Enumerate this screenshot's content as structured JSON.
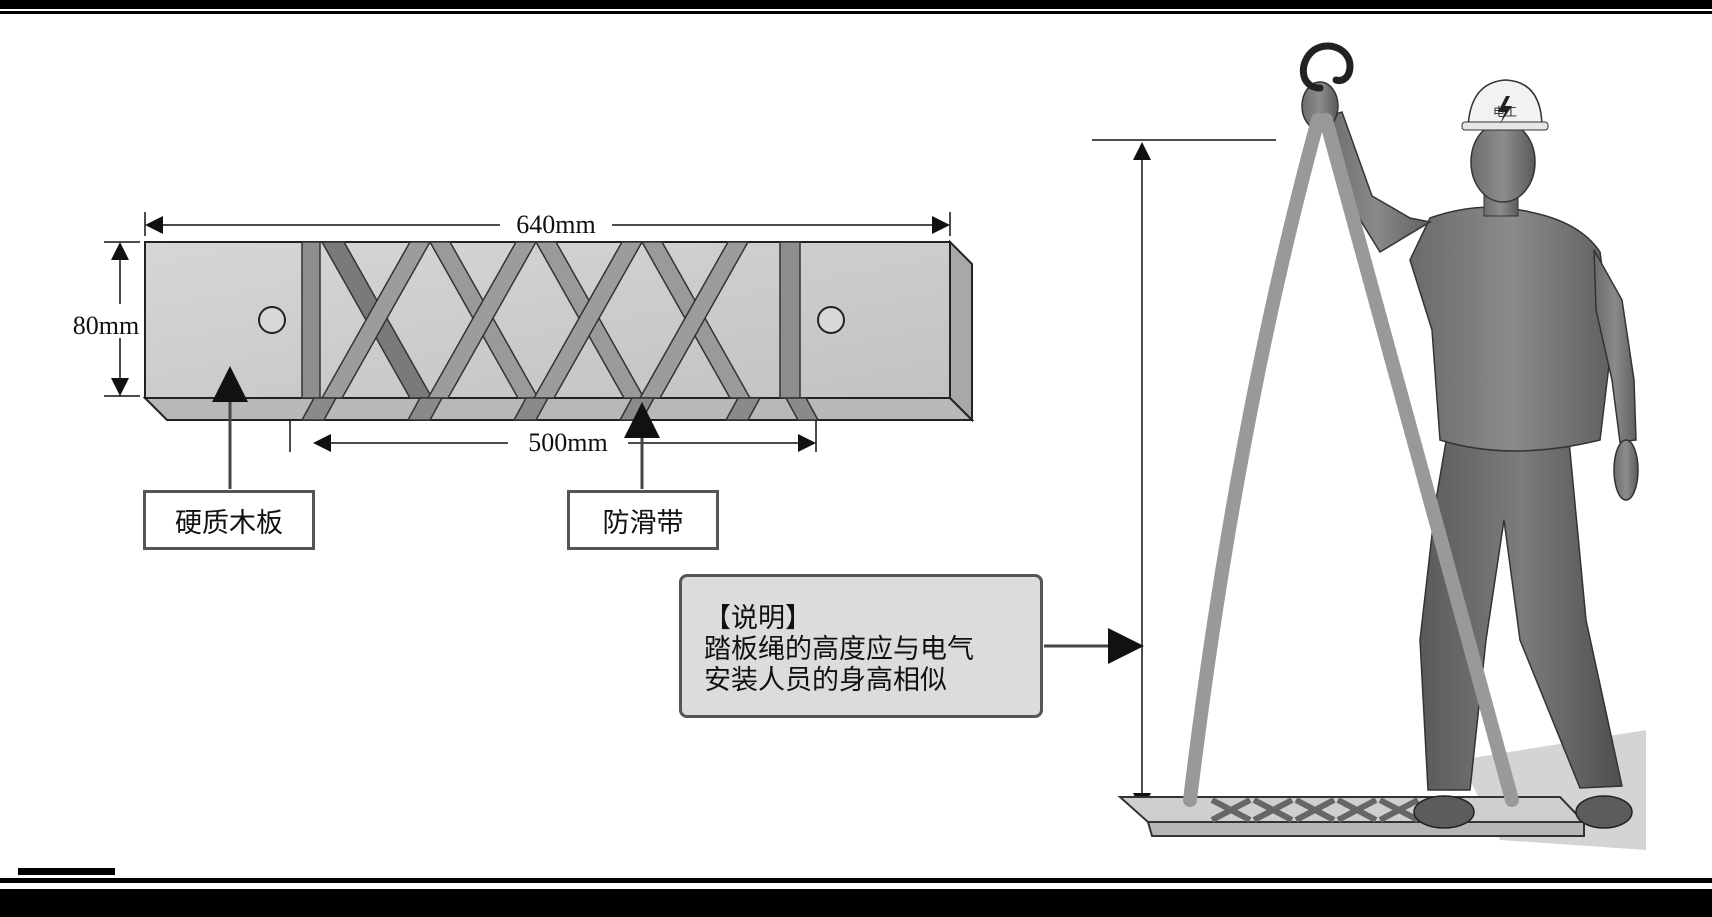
{
  "board": {
    "length_label": "640mm",
    "height_label": "80mm",
    "strap_span_label": "500mm"
  },
  "callouts": {
    "board_material": "硬质木板",
    "anti_slip_strap": "防滑带"
  },
  "note": {
    "heading": "【说明】",
    "line1": "踏板绳的高度应与电气",
    "line2": "安装人员的身高相似"
  },
  "helmet_text": "电工",
  "colors": {
    "board_face": "#c8c8c8",
    "board_edge": "#b4b4b4",
    "strap": "#8a8a8a",
    "rope": "#999999",
    "note_bg": "#dcdcdc",
    "frame": "#000000"
  }
}
